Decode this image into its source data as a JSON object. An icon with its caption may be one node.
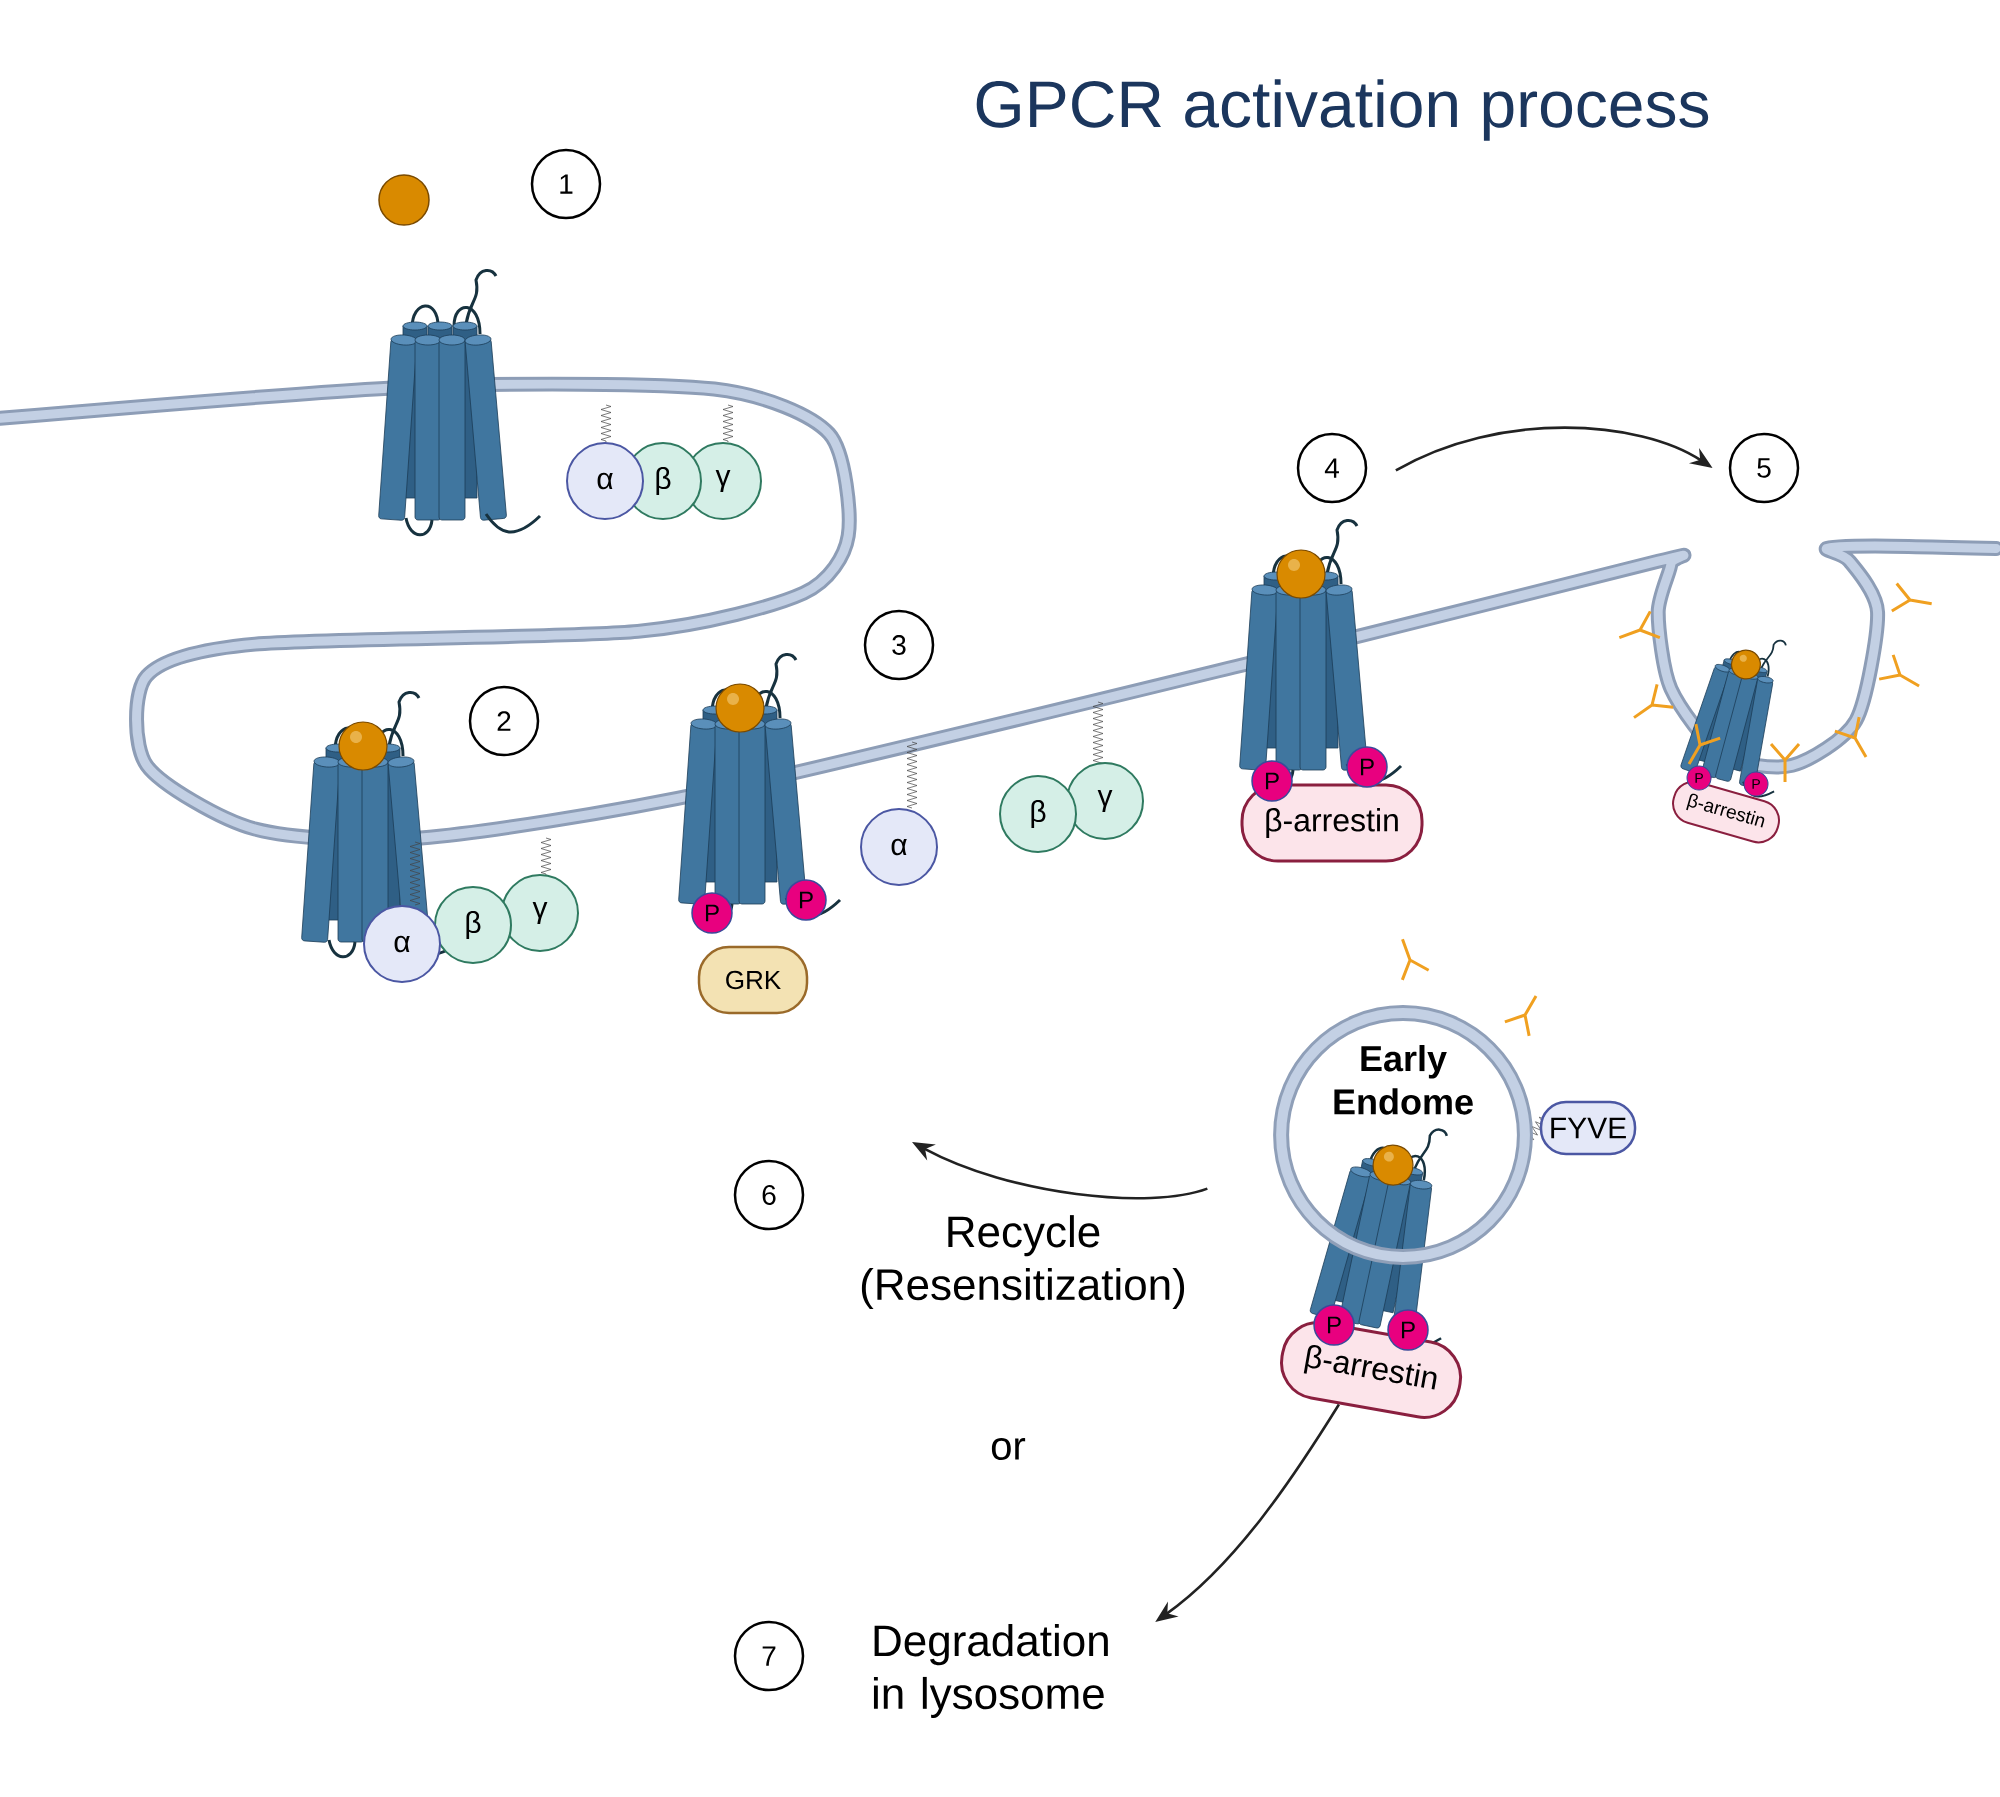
{
  "diagram": {
    "title": "GPCR activation process",
    "nodes": [
      {
        "text": [
          "1"
        ]
      },
      {
        "text": [
          "α"
        ]
      },
      {
        "text": [
          "β"
        ]
      },
      {
        "text": [
          "γ"
        ]
      },
      {
        "text": [
          "2"
        ]
      },
      {
        "text": [
          "α"
        ]
      },
      {
        "text": [
          "β"
        ]
      },
      {
        "text": [
          "γ"
        ]
      },
      {
        "text": [
          "3"
        ]
      },
      {
        "text": [
          "P"
        ]
      },
      {
        "text": [
          "P"
        ]
      },
      {
        "text": [
          "GRK"
        ]
      },
      {
        "text": [
          "α"
        ]
      },
      {
        "text": [
          "β"
        ]
      },
      {
        "text": [
          "γ"
        ]
      },
      {
        "text": [
          "4"
        ]
      },
      {
        "text": [
          "P"
        ]
      },
      {
        "text": [
          "P"
        ]
      },
      {
        "text": [
          "β-arrestin"
        ]
      },
      {
        "text": [
          "5"
        ]
      },
      {
        "text": [
          "P"
        ]
      },
      {
        "text": [
          "P"
        ]
      },
      {
        "text": [
          "β-arrestin"
        ]
      },
      {
        "text": [
          "Early Endome"
        ]
      },
      {
        "text": [
          "FYVE"
        ]
      },
      {
        "text": [
          "P"
        ]
      },
      {
        "text": [
          "P"
        ]
      },
      {
        "text": [
          "β-arrestin"
        ]
      },
      {
        "text": [
          "6"
        ]
      },
      {
        "text": [
          "Recycle (Resensitization)"
        ]
      },
      {
        "text": [
          "7"
        ]
      },
      {
        "text": [
          "Degradation in lysosome"
        ]
      }
    ],
    "edges": [
      {
        "from": 15,
        "to": 19,
        "arrow": "to"
      },
      {
        "from": 23,
        "to": null,
        "arrow": "to"
      },
      {
        "from": 27,
        "to": 31,
        "arrow": "to"
      }
    ],
    "labels": [
      "or"
    ]
  }
}
